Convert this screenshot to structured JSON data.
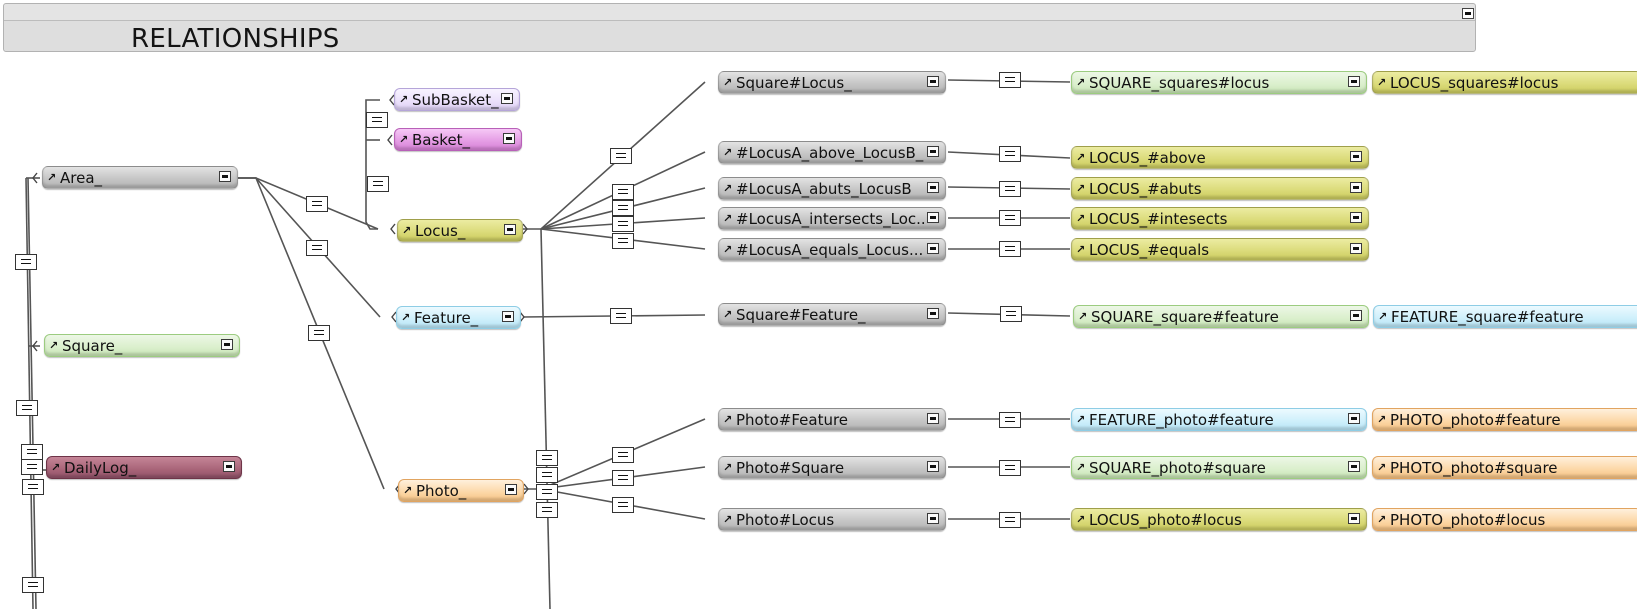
{
  "header": {
    "title": "RELATIONSHIPS"
  },
  "occurrences": [
    {
      "id": "area",
      "label": "Area_",
      "color": "gray"
    },
    {
      "id": "square",
      "label": "Square_",
      "color": "lgreen"
    },
    {
      "id": "dailylog",
      "label": "DailyLog_",
      "color": "maroon"
    },
    {
      "id": "subbasket",
      "label": "SubBasket_",
      "color": "lavender"
    },
    {
      "id": "basket",
      "label": "Basket_",
      "color": "magenta"
    },
    {
      "id": "locus",
      "label": "Locus_",
      "color": "lime"
    },
    {
      "id": "feature",
      "label": "Feature_",
      "color": "cyan"
    },
    {
      "id": "photo",
      "label": "Photo_",
      "color": "orange"
    },
    {
      "id": "square-locus",
      "label": "Square#Locus_",
      "color": "gray"
    },
    {
      "id": "locusa-above",
      "label": "#LocusA_above_LocusB_",
      "color": "gray"
    },
    {
      "id": "locusa-abuts",
      "label": "#LocusA_abuts_LocusB",
      "color": "gray"
    },
    {
      "id": "locusa-intersects",
      "label": "#LocusA_intersects_Loc...",
      "color": "gray"
    },
    {
      "id": "locusa-equals",
      "label": "#LocusA_equals_Locus...",
      "color": "gray"
    },
    {
      "id": "square-feature",
      "label": "Square#Feature_",
      "color": "gray"
    },
    {
      "id": "photo-feature",
      "label": "Photo#Feature",
      "color": "gray"
    },
    {
      "id": "photo-square",
      "label": "Photo#Square",
      "color": "gray"
    },
    {
      "id": "photo-locus",
      "label": "Photo#Locus",
      "color": "gray"
    },
    {
      "id": "square-squares-locus",
      "label": "SQUARE_squares#locus",
      "color": "lgreen"
    },
    {
      "id": "locus-squares-locus",
      "label": "LOCUS_squares#locus",
      "color": "lime"
    },
    {
      "id": "locus-above",
      "label": "LOCUS_#above",
      "color": "lime"
    },
    {
      "id": "locus-abuts",
      "label": "LOCUS_#abuts",
      "color": "lime"
    },
    {
      "id": "locus-intesects",
      "label": "LOCUS_#intesects",
      "color": "lime"
    },
    {
      "id": "locus-equals",
      "label": "LOCUS_#equals",
      "color": "lime"
    },
    {
      "id": "square-square-feature",
      "label": "SQUARE_square#feature",
      "color": "lgreen"
    },
    {
      "id": "feature-square-feature",
      "label": "FEATURE_square#feature",
      "color": "cyan"
    },
    {
      "id": "feature-photo-feature",
      "label": "FEATURE_photo#feature",
      "color": "cyan"
    },
    {
      "id": "photo-photo-feature",
      "label": "PHOTO_photo#feature",
      "color": "orange"
    },
    {
      "id": "square-photo-square",
      "label": "SQUARE_photo#square",
      "color": "lgreen"
    },
    {
      "id": "photo-photo-square",
      "label": "PHOTO_photo#square",
      "color": "orange"
    },
    {
      "id": "locus-photo-locus",
      "label": "LOCUS_photo#locus",
      "color": "lime"
    },
    {
      "id": "photo-photo-locus",
      "label": "PHOTO_photo#locus",
      "color": "orange"
    }
  ]
}
